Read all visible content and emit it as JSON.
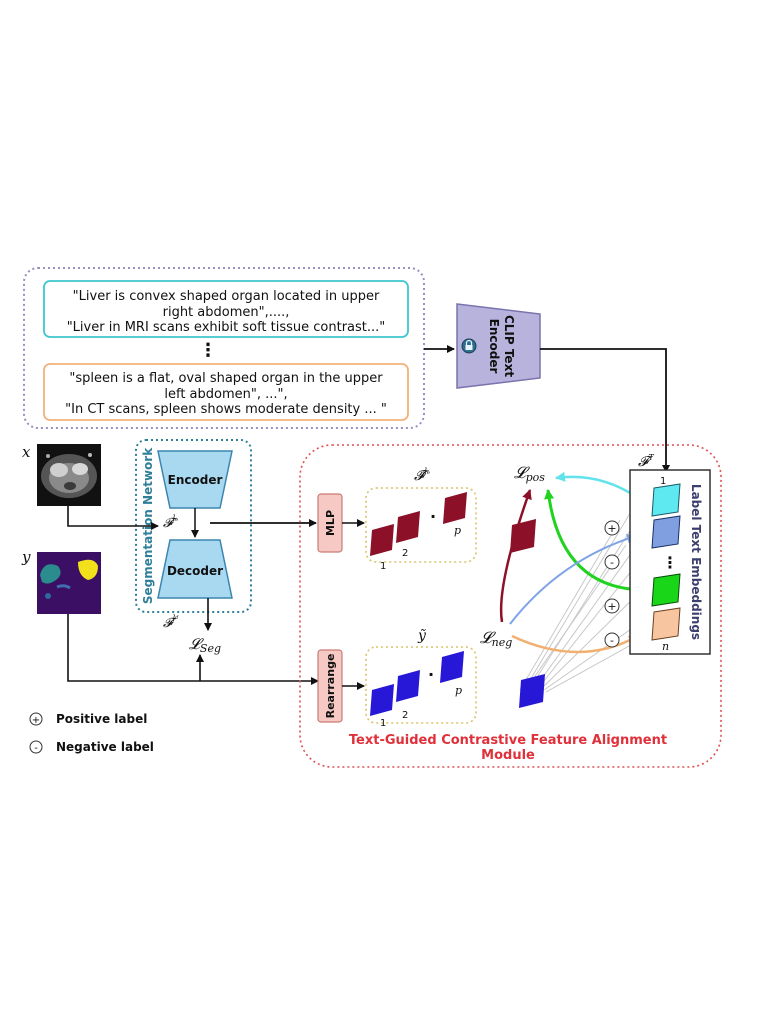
{
  "text_prompts": {
    "liver": {
      "line1": "\"Liver is convex shaped organ located in upper",
      "line2": "right abdomen\",....,",
      "line3": "\"Liver in MRI scans exhibit soft tissue contrast...\""
    },
    "ellipsis": "⋮",
    "spleen": {
      "line1": "\"spleen is a flat, oval shaped organ in the  upper",
      "line2": "left abdomen\", ...\",",
      "line3": "\"In CT scans, spleen shows moderate density ... \""
    }
  },
  "clip": {
    "line1": "CLIP Text",
    "line2": "Encoder"
  },
  "inputs": {
    "x_label": "x",
    "y_label": "y"
  },
  "segmentation": {
    "network_label": "Segmentation Network",
    "encoder_label": "Encoder",
    "decoder_label": "Decoder",
    "feat_enc": "𝓕",
    "feat_enc_sup": "lₑ",
    "feat_dec": "𝓕",
    "feat_dec_sup": "lᵈ",
    "loss_main": "𝓛",
    "loss_sub": "Seg"
  },
  "module": {
    "mlp_label": "MLP",
    "rearrange_label": "Rearrange",
    "feat_title": "𝓕̃",
    "feat_title_sup": "lₑ",
    "label_title": "ỹ",
    "idx_1": "1",
    "idx_2": "2",
    "idx_p": "p",
    "dots": "·",
    "title_line1": "Text-Guided Contrastive Feature Alignment",
    "title_line2": "Module",
    "loss_pos": "𝓛",
    "loss_pos_sub": "pos",
    "loss_neg": "𝓛",
    "loss_neg_sub": "neg"
  },
  "embeddings": {
    "title": "Label Text Embeddings",
    "top_label": "𝓕",
    "top_sup": "T",
    "idx_1": "1",
    "idx_n": "n",
    "vdots": "⋮"
  },
  "signs": {
    "plus": "+",
    "minus": "-"
  },
  "legend": {
    "positive_symbol": "+",
    "positive_label": "Positive label",
    "negative_symbol": "-",
    "negative_label": "Negative label"
  },
  "colors": {
    "liver_box": "#3cc6cf",
    "spleen_box": "#f2b27a",
    "outer_dotted": "#9a8fc2",
    "clip_fill": "#b7b3dd",
    "seg_fill": "#a9d9f0",
    "module_border": "#e05050",
    "red_label": "#e0303a",
    "mlp_fill": "#f6c9c4",
    "feature_red": "#8b1028",
    "label_blue": "#2618d6",
    "emb_cyan": "#5ee8f0",
    "emb_blue": "#7f9fe0",
    "emb_green": "#19d619",
    "emb_peach": "#f7c6a0",
    "arrow_cyan": "#62e3ec",
    "arrow_green": "#1fd31f",
    "arrow_darkred": "#8b1028",
    "arrow_blue": "#7fa3e8",
    "arrow_orange": "#f2b070"
  }
}
